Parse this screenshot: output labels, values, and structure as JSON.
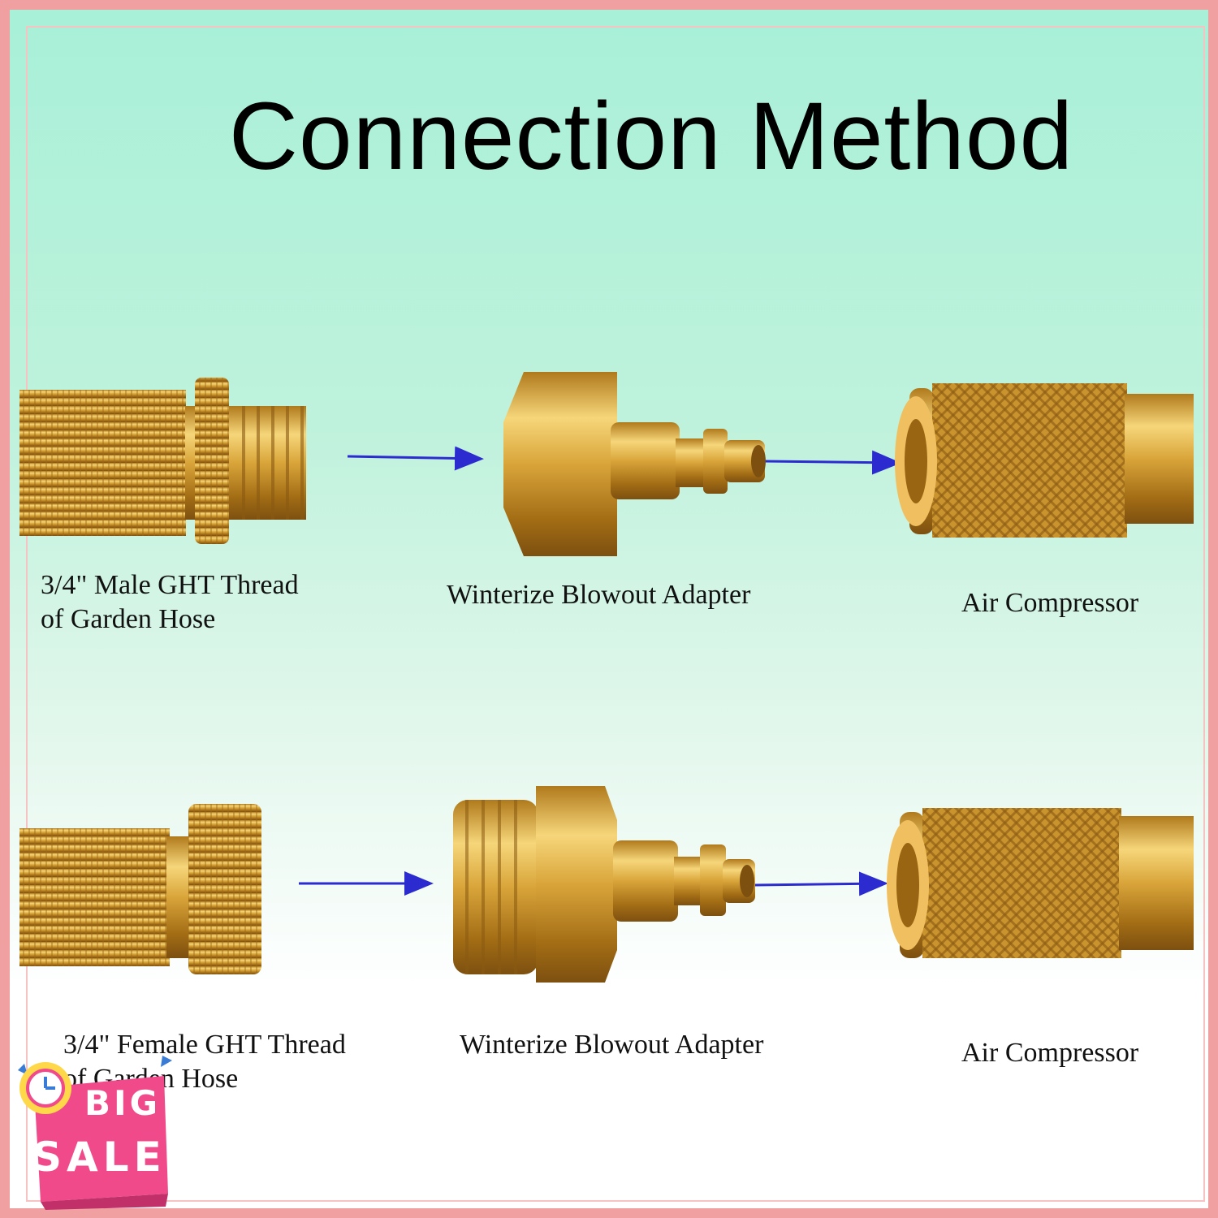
{
  "title": "Connection Method",
  "row1": {
    "hose_label_line1": "3/4\" Male GHT Thread",
    "hose_label_line2": "of Garden Hose",
    "adapter_label": "Winterize Blowout Adapter",
    "compressor_label": "Air Compressor"
  },
  "row2": {
    "hose_label_line1": "3/4\" Female GHT Thread",
    "hose_label_line2": "of Garden Hose",
    "adapter_label": "Winterize Blowout Adapter",
    "compressor_label": "Air Compressor"
  },
  "badge": {
    "line1": "BIG",
    "line2": "SALE",
    "icon": "clock-icon"
  },
  "colors": {
    "brass": "#d9a53a",
    "arrow": "#2b2bd0",
    "frame": "#f0a0a0",
    "badge": "#f04a8a"
  }
}
